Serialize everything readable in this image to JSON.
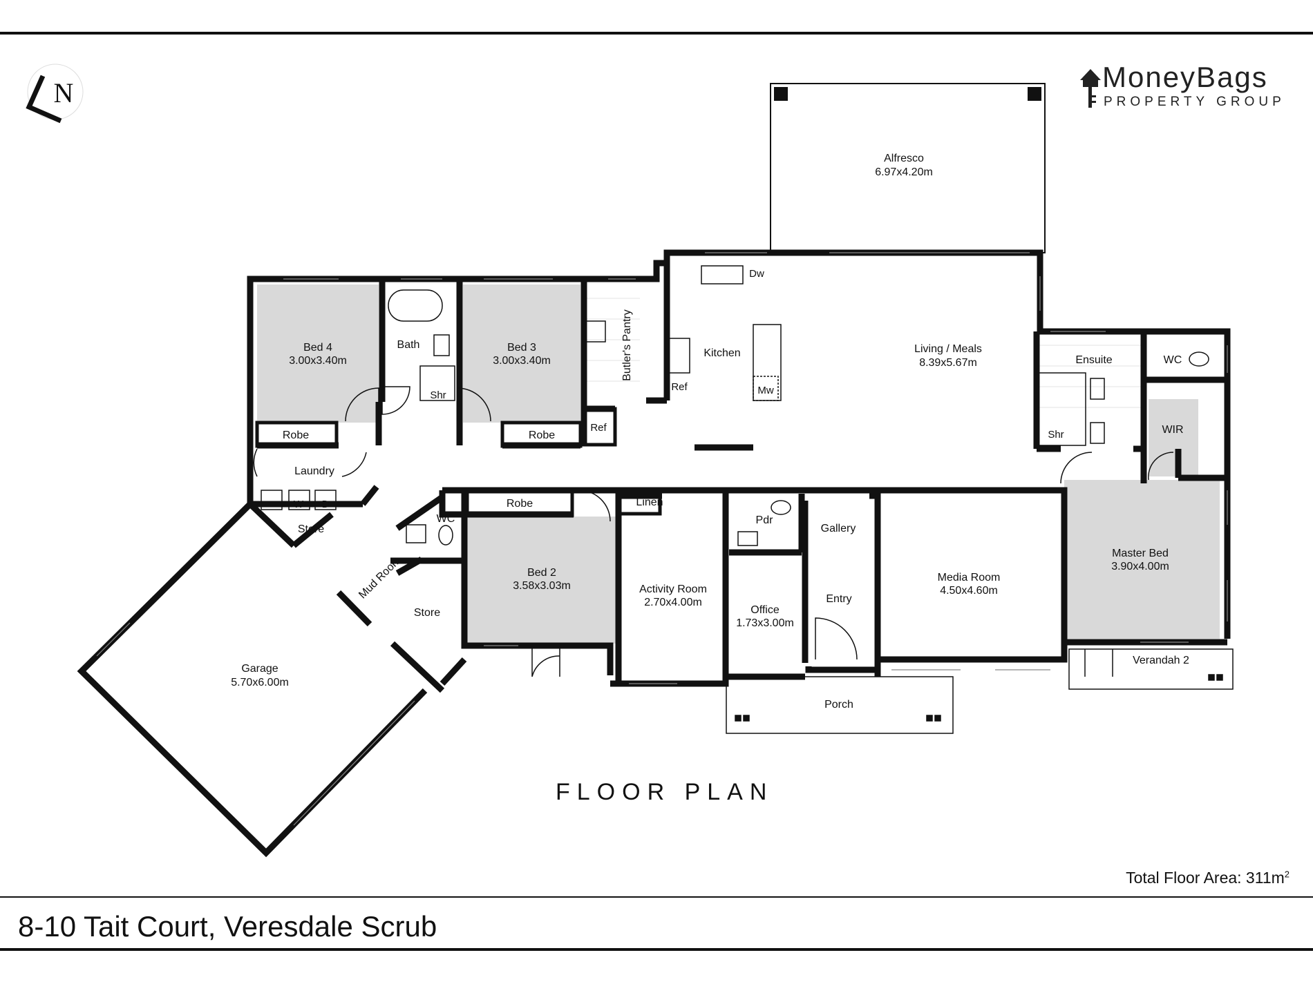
{
  "brand": {
    "name": "MoneyBags",
    "sub": "PROPERTY GROUP"
  },
  "title": "FLOOR PLAN",
  "total_area": {
    "label": "Total Floor Area: 311m",
    "sup": "2"
  },
  "address": "8-10 Tait Court, Veresdale Scrub",
  "logo_letter": "N",
  "rooms": {
    "alfresco": {
      "name": "Alfresco",
      "dim": "6.97x4.20m"
    },
    "living": {
      "name": "Living / Meals",
      "dim": "8.39x5.67m"
    },
    "kitchen": {
      "name": "Kitchen"
    },
    "bed4": {
      "name": "Bed 4",
      "dim": "3.00x3.40m"
    },
    "bed3": {
      "name": "Bed 3",
      "dim": "3.00x3.40m"
    },
    "bath": {
      "name": "Bath"
    },
    "butlers": {
      "name": "Butler's Pantry"
    },
    "ensuite": {
      "name": "Ensuite"
    },
    "wc_master": {
      "name": "WC"
    },
    "wir": {
      "name": "WIR"
    },
    "laundry": {
      "name": "Laundry"
    },
    "store1": {
      "name": "Store"
    },
    "mud": {
      "name": "Mud Room"
    },
    "wc2": {
      "name": "WC"
    },
    "store2": {
      "name": "Store"
    },
    "garage": {
      "name": "Garage",
      "dim": "5.70x6.00m"
    },
    "bed2": {
      "name": "Bed 2",
      "dim": "3.58x3.03m"
    },
    "activity": {
      "name": "Activity Room",
      "dim": "2.70x4.00m"
    },
    "linen": {
      "name": "Linen"
    },
    "pdr": {
      "name": "Pdr"
    },
    "office": {
      "name": "Office",
      "dim": "1.73x3.00m"
    },
    "gallery": {
      "name": "Gallery"
    },
    "entry": {
      "name": "Entry"
    },
    "media": {
      "name": "Media Room",
      "dim": "4.50x4.60m"
    },
    "master": {
      "name": "Master Bed",
      "dim": "3.90x4.00m"
    },
    "verandah2": {
      "name": "Verandah 2"
    },
    "porch": {
      "name": "Porch"
    }
  },
  "fixtures": {
    "robe": "Robe",
    "shr": "Shr",
    "ref": "Ref",
    "dw": "Dw",
    "mw": "Mw",
    "w": "W",
    "d": "D"
  }
}
